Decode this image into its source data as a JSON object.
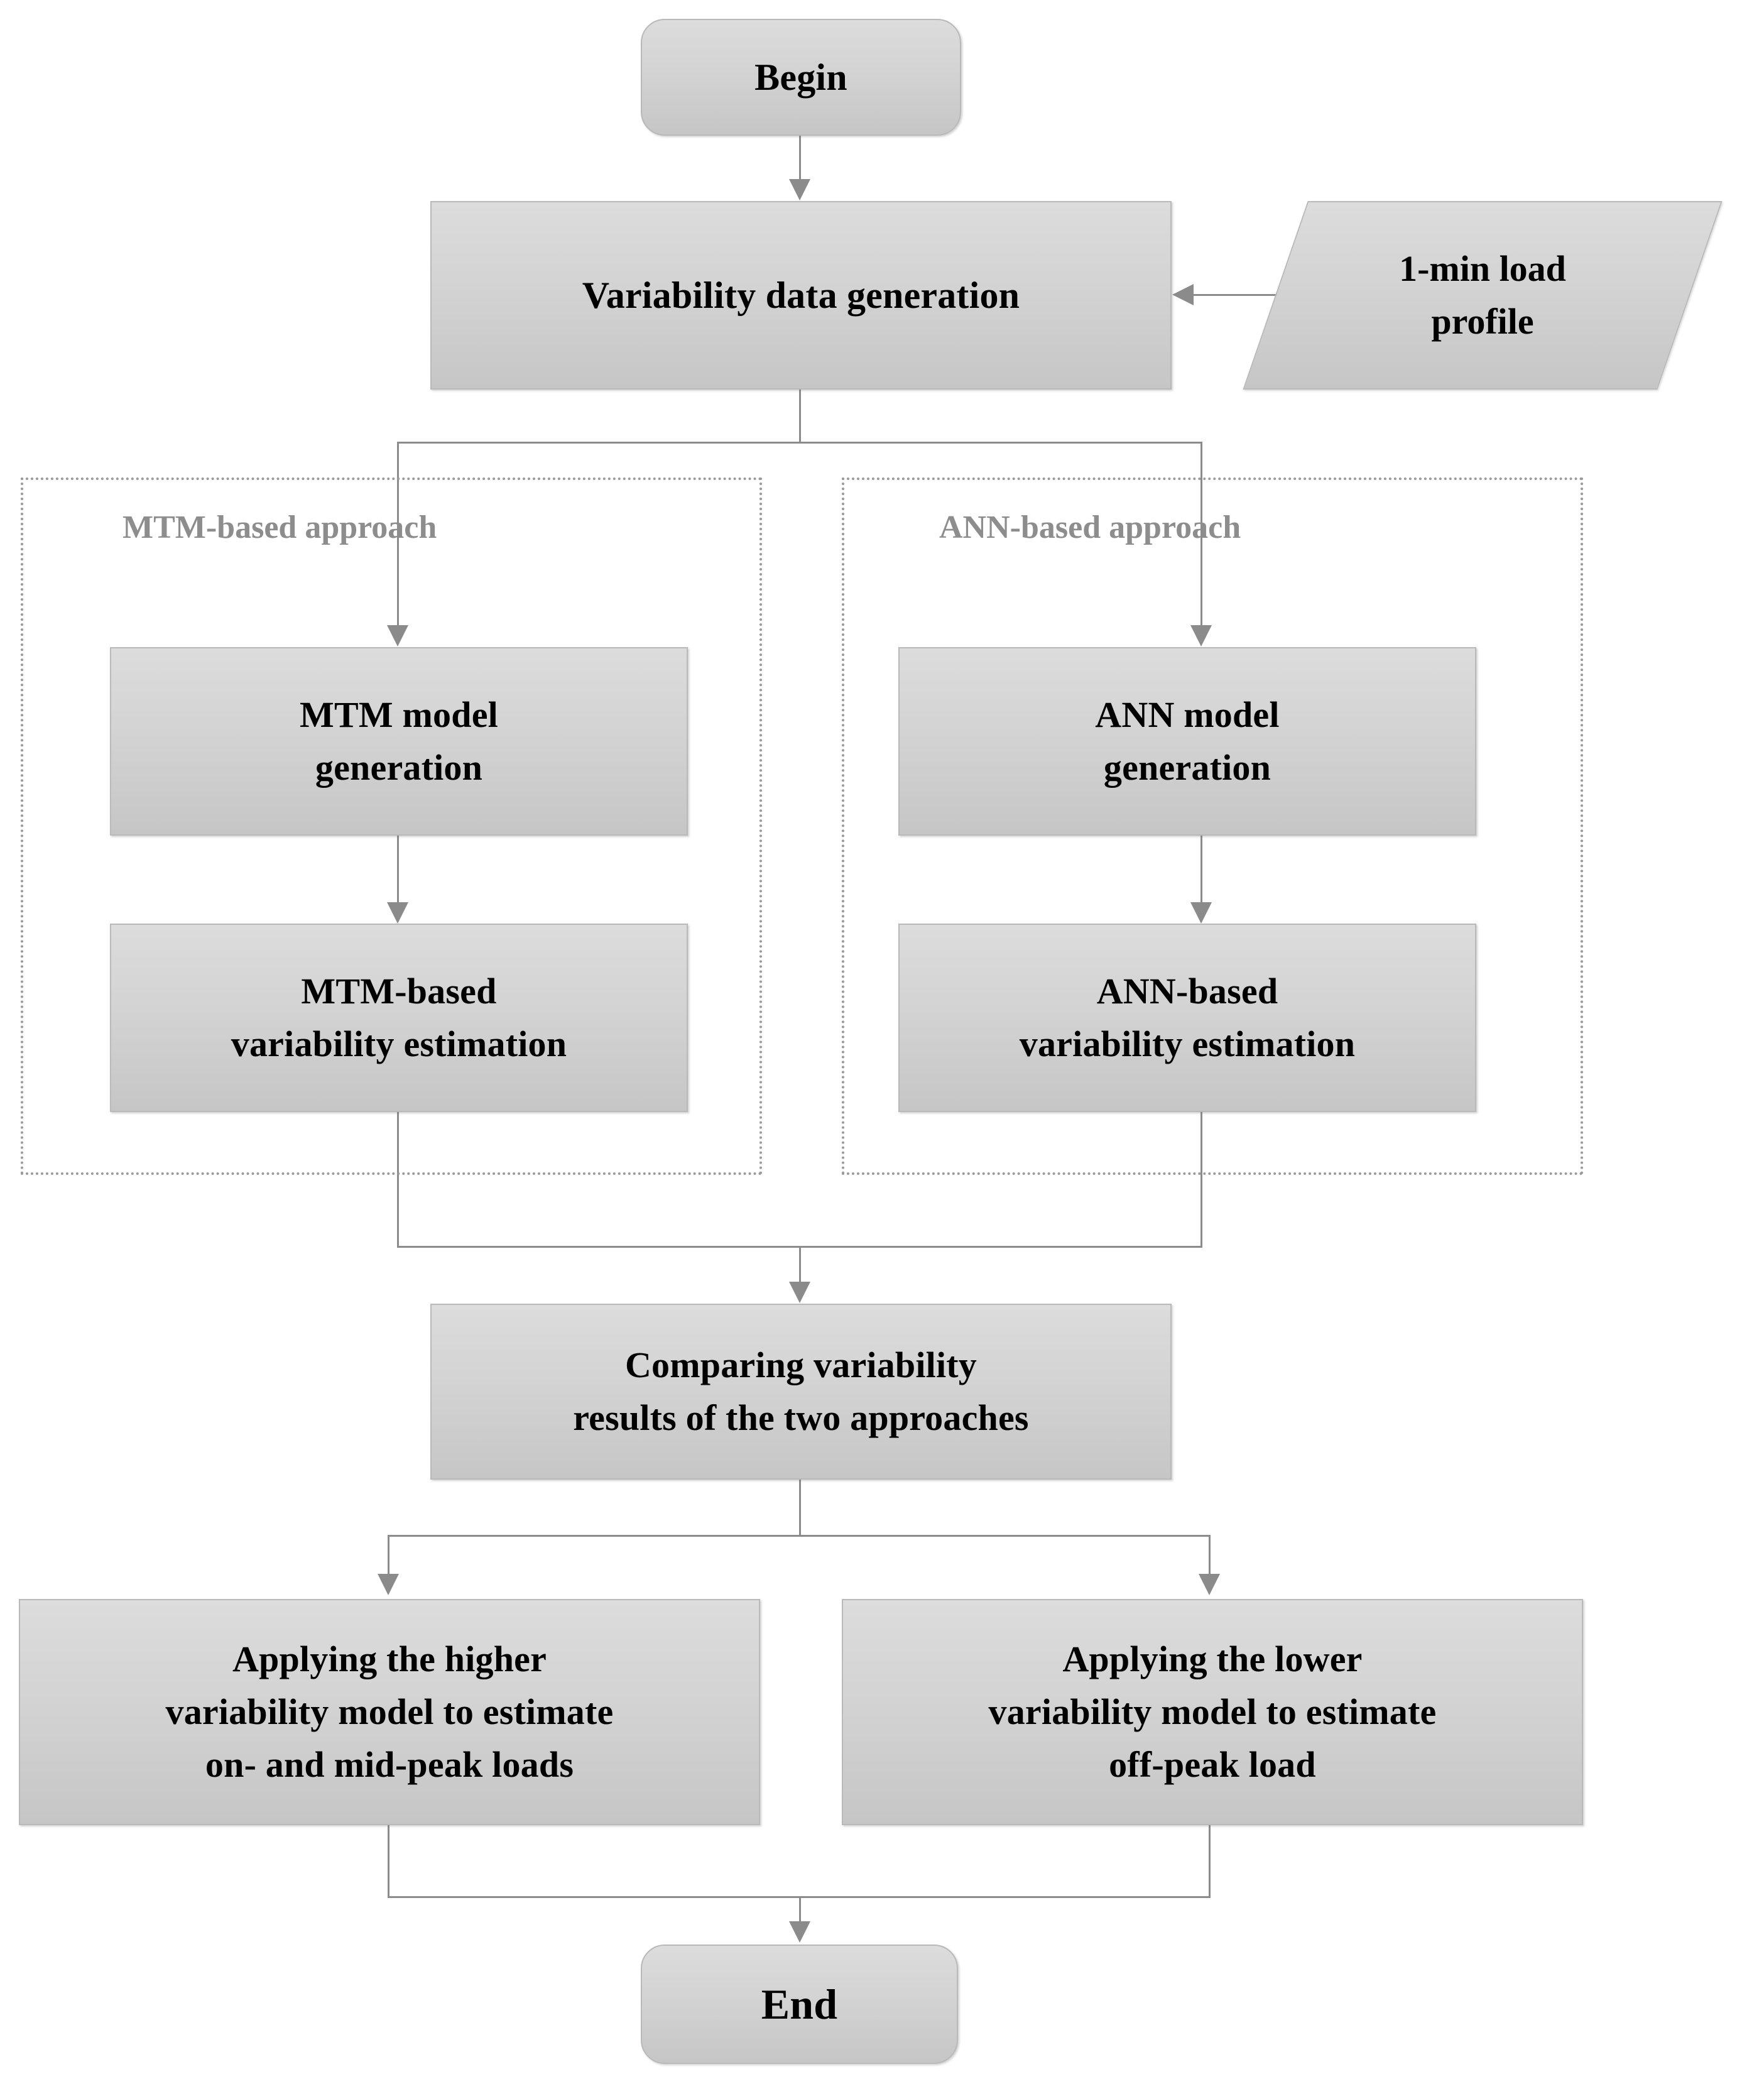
{
  "diagram": {
    "title": "Variability estimation methodology flowchart",
    "colors": {
      "node_fill_top": "#dcdcdc",
      "node_fill_bottom": "#c6c6c6",
      "node_border": "#b9b9b9",
      "connector": "#8b8b8b",
      "group_border": "#9a9a9a",
      "group_label_text": "#8d8d8d",
      "node_text": "#000000",
      "background": "#ffffff"
    },
    "nodes": {
      "begin": {
        "label": "Begin",
        "shape": "terminator"
      },
      "variability_data_generation": {
        "label": "Variability  data generation",
        "shape": "process"
      },
      "load_profile": {
        "label": "1-min load\nprofile",
        "shape": "data"
      },
      "mtm_model_generation": {
        "label": "MTM model\ngeneration",
        "shape": "process"
      },
      "ann_model_generation": {
        "label": "ANN model\ngeneration",
        "shape": "process"
      },
      "mtm_variability_estimation": {
        "label": "MTM-based\nvariability  estimation",
        "shape": "process"
      },
      "ann_variability_estimation": {
        "label": "ANN-based\nvariability  estimation",
        "shape": "process"
      },
      "comparing": {
        "label": "Comparing variability\nresults of the two approaches",
        "shape": "process"
      },
      "apply_higher": {
        "label": "Applying the higher\nvariability model to estimate\non- and mid-peak loads",
        "shape": "process"
      },
      "apply_lower": {
        "label": "Applying the lower\nvariability model to estimate\noff-peak load",
        "shape": "process"
      },
      "end": {
        "label": "End",
        "shape": "terminator"
      }
    },
    "groups": {
      "mtm_group": {
        "label": "MTM-based approach"
      },
      "ann_group": {
        "label": "ANN-based approach"
      }
    }
  }
}
